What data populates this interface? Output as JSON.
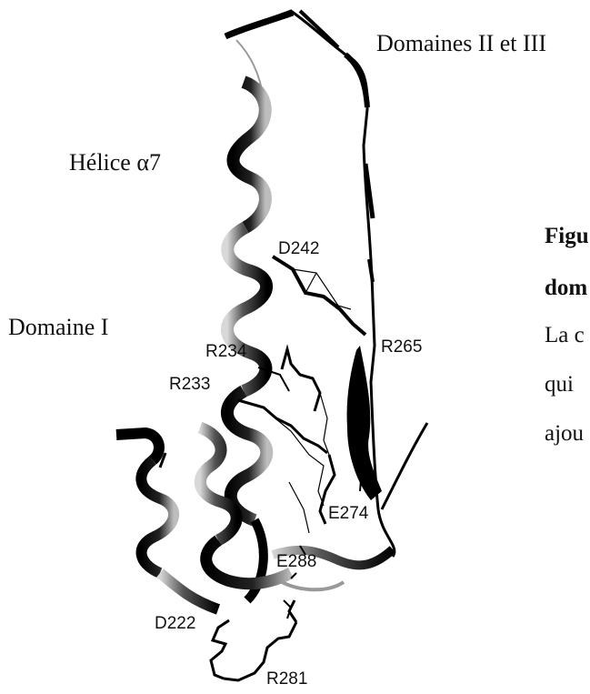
{
  "labels": {
    "domains_2_3": "Domaines II et III",
    "helix": "Hélice α7",
    "domain_1": "Domaine I"
  },
  "residues": {
    "d242": "D242",
    "r265": "R265",
    "r234": "R234",
    "r233": "R233",
    "e274": "E274",
    "e288": "E288",
    "d222": "D222",
    "r281": "R281"
  },
  "caption_fragments": {
    "line1": "Figu",
    "line2": "dom",
    "line3": "La c",
    "line4": "qui",
    "line5": "ajou"
  }
}
